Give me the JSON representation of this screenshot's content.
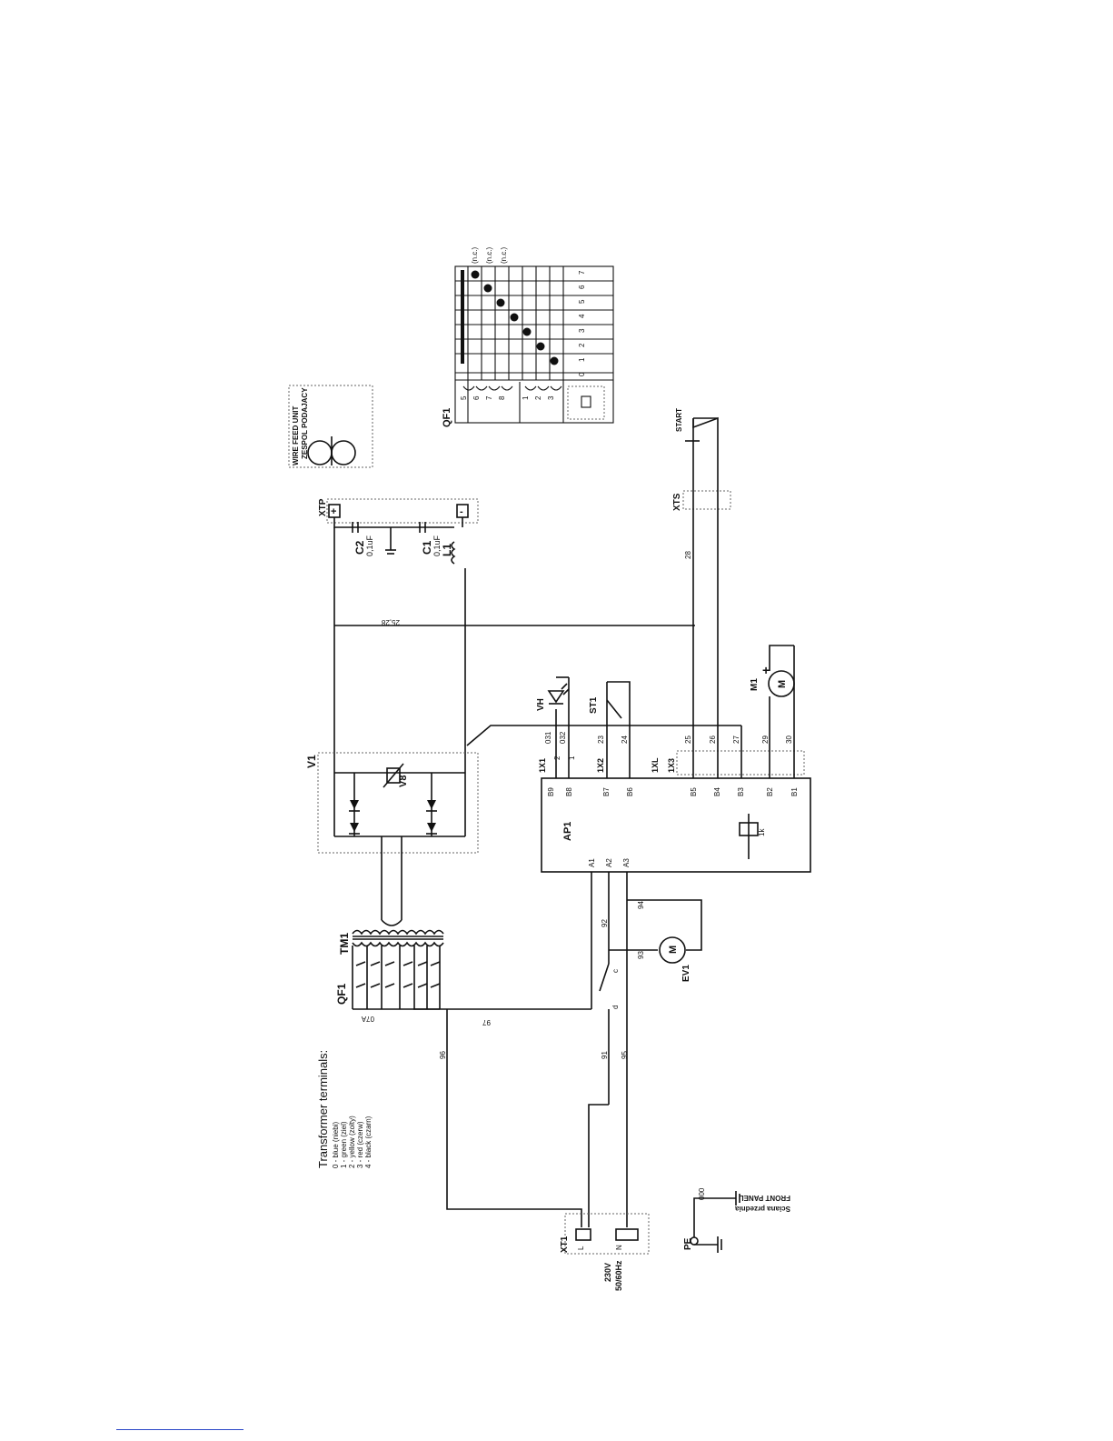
{
  "transformer_terminals": {
    "title": "Transformer terminals:",
    "lines": [
      "0 - blue (niebi)",
      "1 - green (ziel)",
      "2 - yellow (zolty)",
      "3 - red (czerw)",
      "4 - black (czarn)"
    ]
  },
  "wire_feed_unit": {
    "line1": "WIRE FEED UNIT",
    "line2": "ZESPOL PODAJACY"
  },
  "qf1_table": {
    "title": "QF1",
    "notes": [
      "(n.c.)",
      "(n.c.)",
      "(n.c.)"
    ],
    "positions": [
      "0",
      "1",
      "2",
      "3",
      "4",
      "5",
      "6",
      "7"
    ],
    "contacts": [
      "5",
      "6",
      "7",
      "8",
      "1",
      "2",
      "3"
    ]
  },
  "components": {
    "xtp": "XTP",
    "xtp_plus": "+",
    "xtp_minus": "-",
    "c2": "C2",
    "c2_value": "0,1uF",
    "c1": "C1",
    "c1_value": "0,1uF",
    "l1": "L1",
    "v1": "V1",
    "v8": "V8",
    "tm1": "TM1",
    "qf1": "QF1",
    "qf1_wire": "07A",
    "ap1": "AP1",
    "pot": "1k",
    "vh": "VH",
    "st1": "ST1",
    "m1": "M1",
    "motor_symbol": "M",
    "m1_plus": "+",
    "ev1": "EV1",
    "ev1_symbol": "M",
    "xts": "XTS",
    "start": "START",
    "xt1": "XT1",
    "xt1_l": "L",
    "xt1_n": "N",
    "supply": "230V",
    "supply_freq": "50/60Hz",
    "pe": "PE",
    "pe_wire": "000",
    "front_panel": "FRONT PANEL",
    "front_panel_pl": "Sciana przednia",
    "aux_d": "d",
    "aux_c": "c"
  },
  "connectors": {
    "1x1": "1X1",
    "1x2": "1X2",
    "1xl": "1XL",
    "1x3": "1X3",
    "pins_top": [
      "B9",
      "B8",
      "B7",
      "B6",
      "B5",
      "B4",
      "B3",
      "B2",
      "B1"
    ],
    "pins_bottom": [
      "A1",
      "A2",
      "A3"
    ],
    "pin_nums": [
      "2",
      "1"
    ]
  },
  "wires": [
    "031",
    "032",
    "23",
    "24",
    "25",
    "26",
    "27",
    "29",
    "30",
    "28",
    "25,28",
    "92",
    "93",
    "94",
    "91",
    "95",
    "97",
    "96"
  ]
}
